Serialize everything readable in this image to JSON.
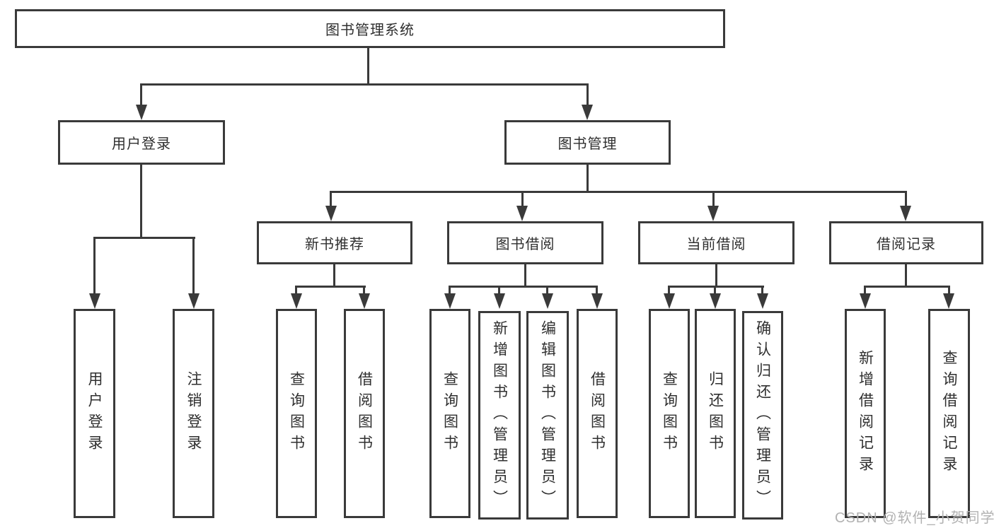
{
  "diagram": {
    "title_note": "functional structure chart of a library management system",
    "root": {
      "label": "图书管理系统"
    },
    "branches": [
      {
        "label": "用户登录",
        "children": [
          {
            "label": "用户登录"
          },
          {
            "label": "注销登录"
          }
        ]
      },
      {
        "label": "图书管理",
        "children": [
          {
            "label": "新书推荐",
            "children": [
              {
                "label": "查询图书"
              },
              {
                "label": "借阅图书"
              }
            ]
          },
          {
            "label": "图书借阅",
            "children": [
              {
                "label": "查询图书"
              },
              {
                "label": "新增图书（管理员）"
              },
              {
                "label": "编辑图书（管理员）"
              },
              {
                "label": "借阅图书"
              }
            ]
          },
          {
            "label": "当前借阅",
            "children": [
              {
                "label": "查询图书"
              },
              {
                "label": "归还图书"
              },
              {
                "label": "确认归还（管理员）"
              }
            ]
          },
          {
            "label": "借阅记录",
            "children": [
              {
                "label": "新增借阅记录"
              },
              {
                "label": "查询借阅记录"
              }
            ]
          }
        ]
      }
    ]
  },
  "watermark": {
    "text": "CSDN @软件_小贺同学"
  },
  "colors": {
    "line": "#3a3a3a",
    "text": "#2f2f2f",
    "watermark": "#b2b2b2",
    "background": "#ffffff"
  }
}
